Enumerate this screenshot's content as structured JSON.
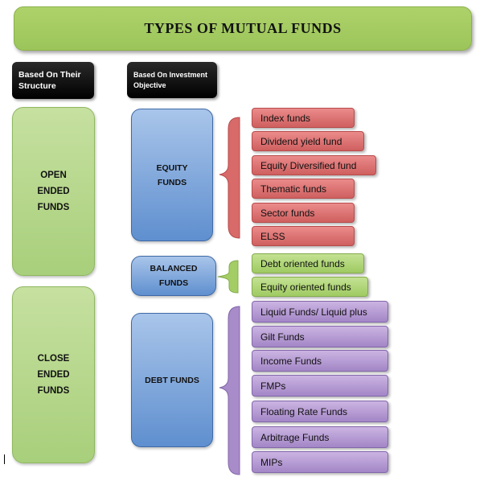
{
  "title": "TYPES OF MUTUAL FUNDS",
  "headers": {
    "structure": "Based On Their Structure",
    "objective": "Based On Investment Objective"
  },
  "structure_boxes": [
    {
      "line1": "OPEN",
      "line2": "ENDED",
      "line3": "FUNDS"
    },
    {
      "line1": "CLOSE",
      "line2": "ENDED",
      "line3": "FUNDS"
    }
  ],
  "objective_boxes": {
    "equity": {
      "line1": "EQUITY",
      "line2": "FUNDS"
    },
    "balanced": {
      "line1": "BALANCED",
      "line2": "FUNDS"
    },
    "debt": {
      "line1": "DEBT FUNDS"
    }
  },
  "equity_items": [
    "Index funds",
    "Dividend yield fund",
    "Equity Diversified fund",
    "Thematic funds",
    "Sector funds",
    "ELSS"
  ],
  "balanced_items": [
    "Debt oriented funds",
    "Equity oriented funds"
  ],
  "debt_items": [
    "Liquid Funds/ Liquid plus",
    "Gilt Funds",
    "Income Funds",
    "FMPs",
    "Floating Rate Funds",
    "Arbitrage Funds",
    "MIPs"
  ],
  "colors": {
    "title": "#9bc55a",
    "header": "#000000",
    "structure": "#a8cf7b",
    "objective": "#5f8fcf",
    "equity": "#cf5f5f",
    "balanced": "#9fcb62",
    "debt": "#a386c6"
  }
}
